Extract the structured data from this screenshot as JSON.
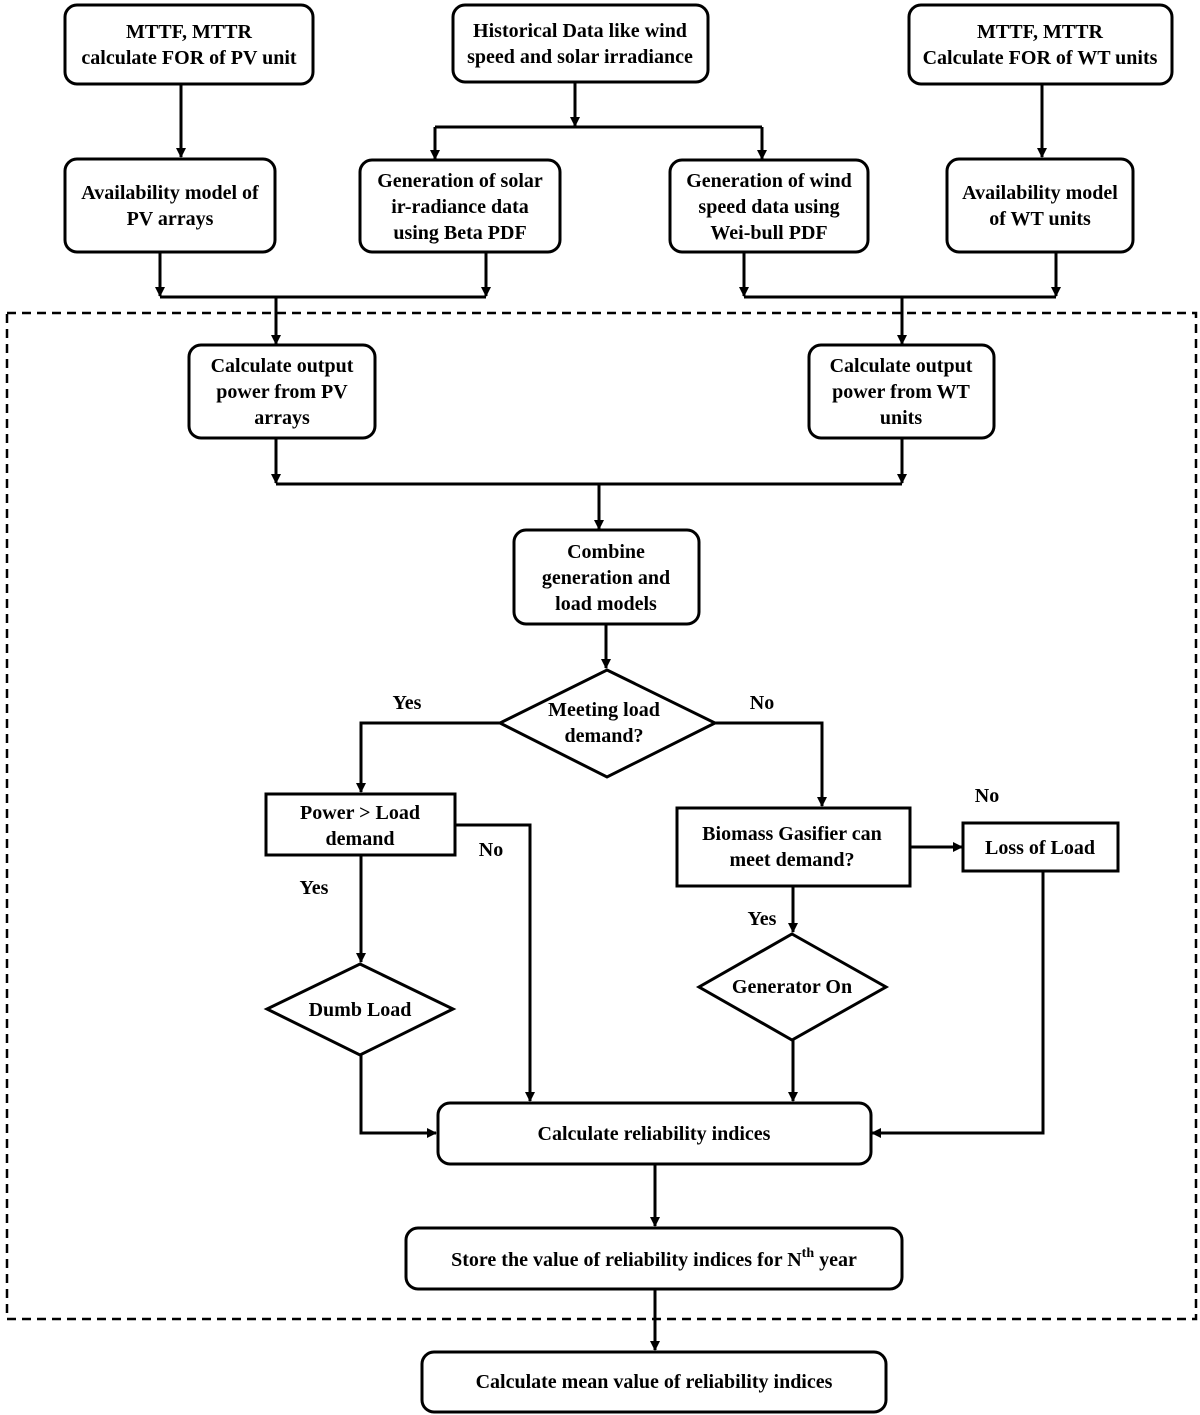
{
  "nodes": {
    "pv_for": [
      "MTTF, MTTR",
      "calculate FOR of PV unit"
    ],
    "historical": [
      "Historical Data like wind",
      "speed and solar irradiance"
    ],
    "wt_for": [
      "MTTF, MTTR",
      "Calculate FOR of WT units"
    ],
    "pv_availability": [
      "Availability model of",
      "PV arrays"
    ],
    "solar_generation": [
      "Generation of solar",
      "ir-radiance data",
      "using Beta PDF"
    ],
    "wind_generation": [
      "Generation of wind",
      "speed data using",
      "Wei-bull PDF"
    ],
    "wt_availability": [
      "Availability model",
      "of WT units"
    ],
    "pv_output": [
      "Calculate output",
      "power from PV",
      "arrays"
    ],
    "wt_output": [
      "Calculate output",
      "power from WT",
      "units"
    ],
    "combine": [
      "Combine",
      "generation and",
      "load models"
    ],
    "meeting_load": [
      "Meeting load",
      "demand?"
    ],
    "power_gt_load": [
      "Power > Load",
      "demand"
    ],
    "biomass": [
      "Biomass Gasifier can",
      "meet demand?"
    ],
    "loss_of_load": [
      "Loss of Load"
    ],
    "dumb_load": [
      "Dumb Load"
    ],
    "generator_on": [
      "Generator On"
    ],
    "calc_reliability": [
      "Calculate reliability indices"
    ],
    "store_value": {
      "before": "Store the value of reliability indices for N",
      "superscript": "th",
      "after": " year"
    },
    "calc_mean": [
      "Calculate mean value of reliability indices"
    ]
  },
  "edge_labels": {
    "meeting_yes": "Yes",
    "meeting_no": "No",
    "power_yes": "Yes",
    "power_no": "No",
    "biomass_yes": "Yes",
    "biomass_no": "No"
  }
}
